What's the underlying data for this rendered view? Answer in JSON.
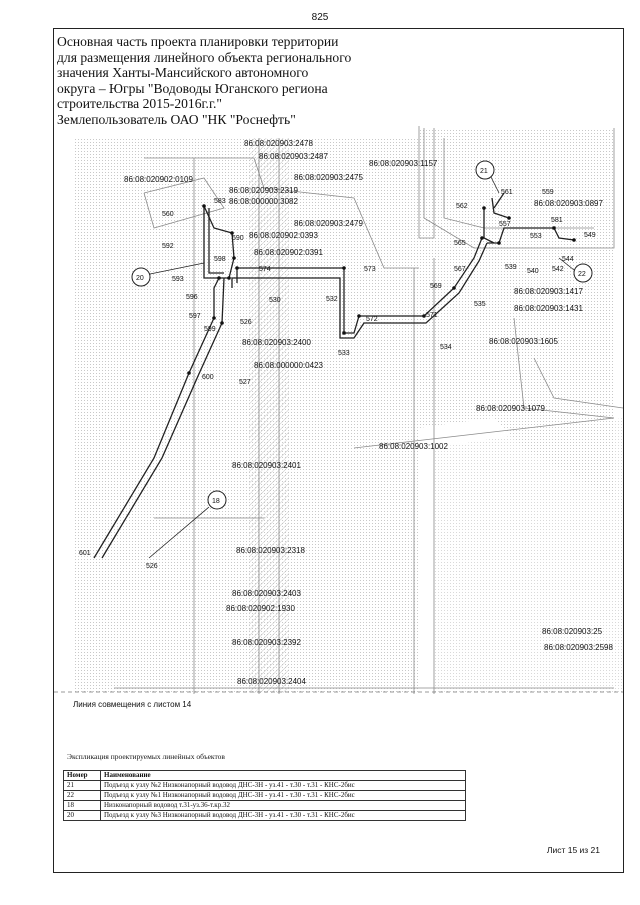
{
  "page_number": "825",
  "title_lines": [
    "Основная часть проекта планировки территории",
    "для размещения линейного объекта регионального",
    "значения Ханты-Мансийского автономного",
    "округа – Югры \"Водоводы Юганского региона",
    "строительства 2015-2016г.г.\"",
    "Землепользователь ОАО \"НК \"Роснефть\""
  ],
  "map": {
    "cadastral_labels": [
      "86:08:020903:2478",
      "86:08:020903:2487",
      "86:08:020903:1157",
      "86:08:020902:0109",
      "86:08:020903:2475",
      "86:08:020903:2319",
      "86:08:000000:3082",
      "86:08:020903:0897",
      "86:08:020903:2479",
      "86:08:020902:0393",
      "86:08:020902:0391",
      "86:08:020903:1417",
      "86:08:020903:1431",
      "86:08:020903:2400",
      "86:08:020903:1605",
      "86:08:000000:0423",
      "86:08:020903:1079",
      "86:08:020903:1002",
      "86:08:020903:2401",
      "86:08:020903:2318",
      "86:08:020903:2403",
      "86:08:020902:1930",
      "86:08:020903:25",
      "86:08:020903:2392",
      "86:08:020903:2598",
      "86:08:020903:2404"
    ],
    "point_labels": [
      "561",
      "559",
      "562",
      "557",
      "560",
      "583",
      "581",
      "553",
      "549",
      "590",
      "592",
      "565",
      "544",
      "567",
      "539",
      "540",
      "542",
      "598",
      "574",
      "573",
      "569",
      "535",
      "593",
      "596",
      "530",
      "532",
      "597",
      "526",
      "572",
      "571",
      "599",
      "534",
      "533",
      "600",
      "527",
      "601",
      "526"
    ],
    "circle_labels": [
      "21",
      "20",
      "22",
      "18"
    ]
  },
  "join_label": "Линия совмещения с листом 14",
  "legend": {
    "title": "Экспликация проектируемых линейных объектов",
    "headers": [
      "Номер",
      "Наименование"
    ],
    "rows": [
      [
        "21",
        "Подъезд к узлу №2 Низконапорный водовод ДНС-3Н - уз.41 - т.30 - т.31 - КНС-2бис"
      ],
      [
        "22",
        "Подъезд к узлу №1 Низконапорный водовод ДНС-3Н - уз.41 - т.30 - т.31 - КНС-2бис"
      ],
      [
        "18",
        "Низконапорный водовод т.31-уз.36-т.кр.32"
      ],
      [
        "20",
        "Подъезд к узлу №3 Низконапорный водовод ДНС-3Н - уз.41 - т.30 - т.31 - КНС-2бис"
      ]
    ]
  },
  "sheet_label": "Лист 15 из 21"
}
